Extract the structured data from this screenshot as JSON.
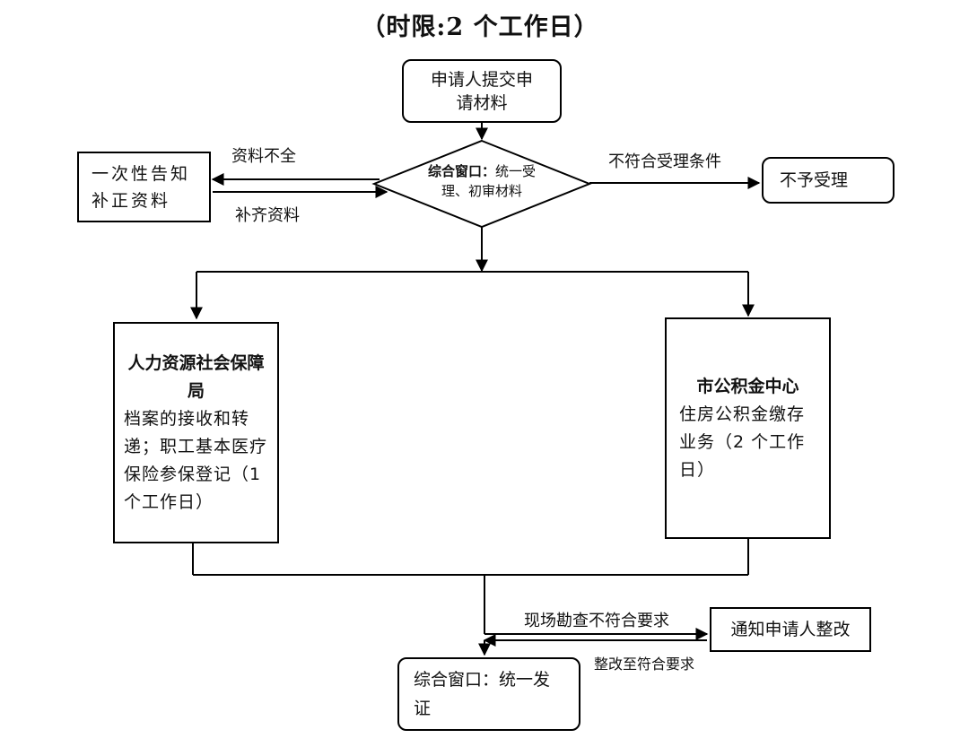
{
  "title": "（时限:2 个工作日）",
  "nodes": {
    "submit": "申请人提交申请材料",
    "notify_once": "一次性告知补正资料",
    "window_review_bold": "综合窗口：",
    "window_review_rest": "统一受理、初审材料",
    "reject": "不予受理",
    "hrss_title": "人力资源社会保障局",
    "hrss_desc": "档案的接收和转递；职工基本医疗保险参保登记（1 个工作日）",
    "fund_title": "市公积金中心",
    "fund_desc": "住房公积金缴存业务（2 个工作日）",
    "notify_fix": "通知申请人整改",
    "issue": "综合窗口：统一发证"
  },
  "edge_labels": {
    "incomplete": "资料不全",
    "supplement": "补齐资料",
    "not_eligible": "不符合受理条件",
    "site_fail": "现场勘查不符合要求",
    "fixed": "整改至符合要求"
  }
}
